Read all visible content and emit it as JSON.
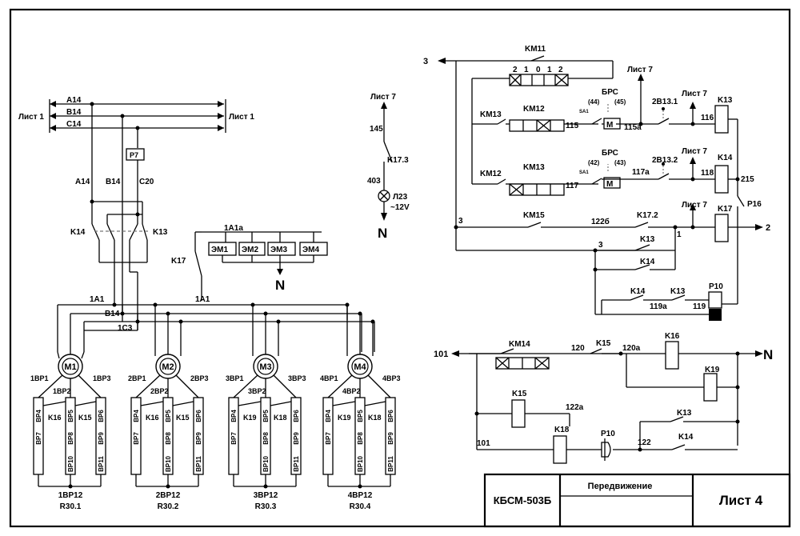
{
  "frame": {
    "title_block": {
      "code": "КБСМ-503Б",
      "name": "Передвижение",
      "sheet": "Лист 4"
    }
  },
  "power": {
    "ref_left": "Лист 1",
    "ref_right": "Лист 1",
    "buses": [
      "A14",
      "B14",
      "C14"
    ],
    "relay_p7": "P7",
    "drops": [
      "A14",
      "B14",
      "C20"
    ],
    "k14": "K14",
    "k13": "K13",
    "k17": "K17",
    "brake_node": "1A1a",
    "brakes": [
      "ЭМ1",
      "ЭМ2",
      "ЭМ3",
      "ЭМ4"
    ],
    "brake_n": "N",
    "node_1a1_left": "1A1",
    "node_1a1_mid": "1A1",
    "node_b14": "B14",
    "node_1c3": "1C3"
  },
  "motors": [
    {
      "name": "M1",
      "l": "1BP1",
      "c": "1BP2",
      "r": "1BP3",
      "k1": "K16",
      "k2": "K15",
      "rv": [
        "BP4",
        "BP5",
        "BP6"
      ],
      "rl": [
        "BP7",
        "BP8",
        "BP9"
      ],
      "rb": [
        "BP10",
        "BP11"
      ],
      "bottom": "1BP12",
      "res": "R30.1"
    },
    {
      "name": "M2",
      "l": "2BP1",
      "c": "2BP2",
      "r": "2BP3",
      "k1": "K16",
      "k2": "K15",
      "rv": [
        "BP4",
        "BP5",
        "BP6"
      ],
      "rl": [
        "BP7",
        "BP8",
        "BP9"
      ],
      "rb": [
        "BP10",
        "BP11"
      ],
      "bottom": "2BP12",
      "res": "R30.2"
    },
    {
      "name": "M3",
      "l": "3BP1",
      "c": "3BP2",
      "r": "3BP3",
      "k1": "K19",
      "k2": "K18",
      "rv": [
        "BP4",
        "BP5",
        "BP6"
      ],
      "rl": [
        "BP7",
        "BP8",
        "BP9"
      ],
      "rb": [
        "BP10",
        "BP11"
      ],
      "bottom": "3BP12",
      "res": "R30.3"
    },
    {
      "name": "M4",
      "l": "4BP1",
      "c": "4BP2",
      "r": "4BP3",
      "k1": "K19",
      "k2": "K18",
      "rv": [
        "BP4",
        "BP5",
        "BP6"
      ],
      "rl": [
        "BP7",
        "BP8",
        "BP9"
      ],
      "rb": [
        "BP10",
        "BP11"
      ],
      "bottom": "4BP12",
      "res": "R30.4"
    }
  ],
  "lamp": {
    "ref": "Лист 7",
    "w145": "145",
    "k173": "K17.3",
    "w403": "403",
    "lamp": "Л23",
    "volt": "~12V",
    "n": "N"
  },
  "control": {
    "wire3_top": "3",
    "km11": "KM11",
    "sw_pos": [
      "2",
      "1",
      "0",
      "1",
      "2"
    ],
    "ref7": "Лист 7",
    "r1": {
      "km13": "KM13",
      "km12": "KM12",
      "wire": "115",
      "sa": "SA1",
      "brs": "БРС",
      "p44": "(44)",
      "p45": "(45)",
      "m": "M",
      "w2": "115a",
      "lim": "2B13.1",
      "w3": "116",
      "coil": "K13"
    },
    "r2": {
      "km12": "KM12",
      "km13": "KM13",
      "wire": "117",
      "sa": "SA1",
      "brs": "БРС",
      "p42": "(42)",
      "p43": "(43)",
      "m": "M",
      "w2": "117a",
      "lim": "2B13.2",
      "w3": "118",
      "coil": "K14",
      "w4": "215"
    },
    "r3": {
      "wire3": "3",
      "km15": "KM15",
      "w": "122б",
      "k172": "K17.2",
      "coil": "K17",
      "p16": "P16",
      "out": "2",
      "node1": "1"
    },
    "r4": {
      "wire3": "3",
      "k13": "K13",
      "k14": "K14"
    },
    "r5": {
      "k14": "K14",
      "w119a": "119a",
      "k13": "K13",
      "w119": "119",
      "p10": "P10"
    },
    "r6": {
      "w101": "101",
      "km14": "KM14",
      "w120": "120",
      "k15": "K15",
      "w120a": "120a",
      "k16": "K16",
      "n": "N"
    },
    "r7": {
      "k19": "K19"
    },
    "r8": {
      "k15": "K15",
      "w122a": "122a",
      "k13": "K13"
    },
    "r9": {
      "w101": "101",
      "k18": "K18",
      "p10": "P10",
      "w122": "122",
      "k14": "K14"
    }
  }
}
